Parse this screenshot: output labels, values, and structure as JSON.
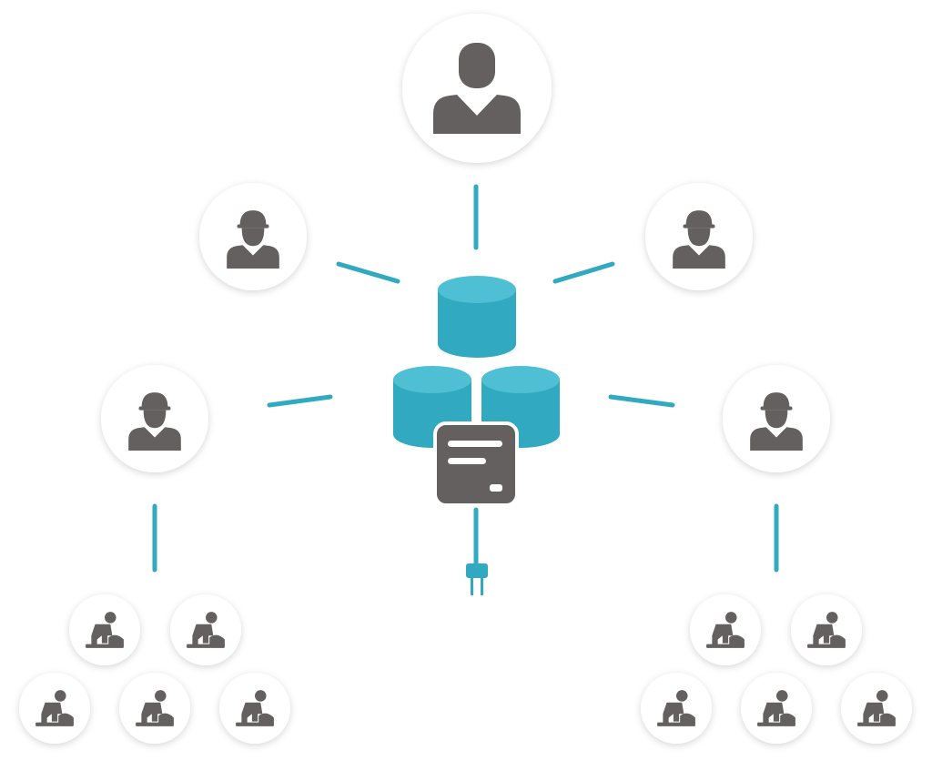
{
  "colors": {
    "background": "#ffffff",
    "accent": "#31a9c1",
    "accent_light": "#4fbfd3",
    "icon": "#656060",
    "node_fill": "#ffffff"
  },
  "nodes": {
    "top": {
      "icon": "manager-icon",
      "role": "manager"
    },
    "supervisors": [
      {
        "icon": "hardhat-worker-icon",
        "position": "upper-left"
      },
      {
        "icon": "hardhat-worker-icon",
        "position": "upper-right"
      },
      {
        "icon": "hardhat-worker-icon",
        "position": "lower-left"
      },
      {
        "icon": "hardhat-worker-icon",
        "position": "lower-right"
      }
    ],
    "worker_groups": [
      {
        "side": "left",
        "count": 5,
        "icon": "digging-worker-icon"
      },
      {
        "side": "right",
        "count": 5,
        "icon": "digging-worker-icon"
      }
    ]
  },
  "center": {
    "database_icon": "database-cluster-icon",
    "device_icon": "server-panel-icon",
    "plug_icon": "power-plug-icon",
    "database_count": 3
  }
}
